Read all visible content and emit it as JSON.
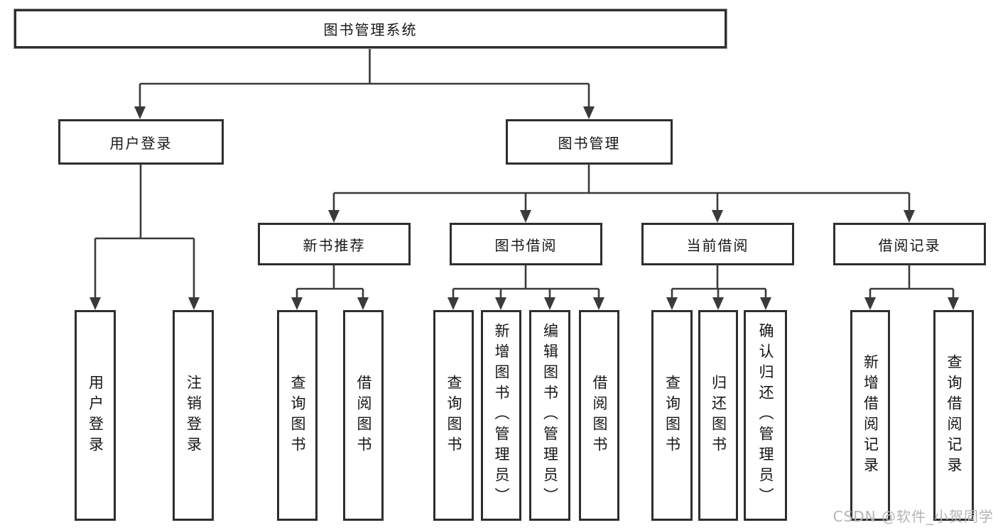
{
  "colors": {
    "line": "#3a3a3a",
    "box_border": "#2e2e2e",
    "text": "#161616",
    "watermark_text": "#b4b4b4",
    "background": "#ffffff"
  },
  "watermark": "CSDN @软件_小贺同学",
  "diagram": {
    "title": "图书管理系统",
    "level2": {
      "user_login": "用户登录",
      "book_management": "图书管理"
    },
    "level3": {
      "new_book_recommend": "新书推荐",
      "book_borrowing": "图书借阅",
      "current_borrowing": "当前借阅",
      "borrowing_records": "借阅记录"
    },
    "leaves": {
      "user_login": [
        "用户登录",
        "注销登录"
      ],
      "new_book_recommend": [
        "查询图书",
        "借阅图书"
      ],
      "book_borrowing": [
        "查询图书",
        "新增图书（管理员）",
        "编辑图书（管理员）",
        "借阅图书"
      ],
      "current_borrowing": [
        "查询图书",
        "归还图书",
        "确认归还（管理员）"
      ],
      "borrowing_records": [
        "新增借阅记录",
        "查询借阅记录"
      ]
    }
  }
}
